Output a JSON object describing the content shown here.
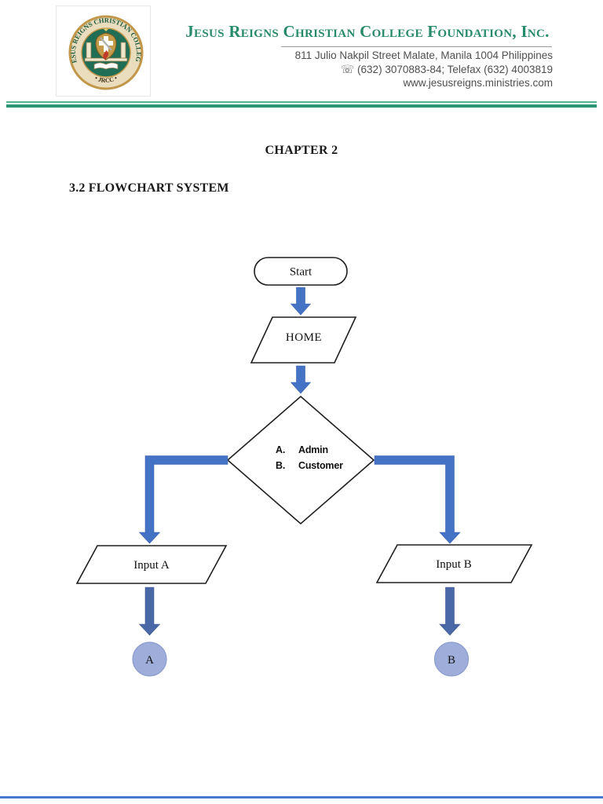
{
  "header": {
    "logo": {
      "ring_text": "JESUS REIGNS CHRISTIAN COLLEGE",
      "ring_text_bottom": "• JRCC •",
      "ring_gold": "#c2974a",
      "band_cream": "#e9ddbd",
      "disc_green": "#1f6e55",
      "crest_gold": "#c49a48",
      "flame_red": "#c0392b"
    },
    "org_name": "Jesus Reigns Christian College Foundation, Inc.",
    "brand_green": "#278a68",
    "address_line": "811 Julio Nakpil Street Malate, Manila 1004 Philippines",
    "phone_icon": "☏",
    "phone_line": "(632) 3070883-84; Telefax (632) 4003819",
    "website": "www.jesusreigns.ministries.com"
  },
  "document": {
    "chapter_title": "CHAPTER 2",
    "section_title": "3.2 FLOWCHART SYSTEM"
  },
  "flowchart": {
    "nodes": {
      "start": {
        "type": "terminator",
        "label": "Start"
      },
      "home": {
        "type": "input-output",
        "label": "HOME"
      },
      "decision": {
        "type": "decision",
        "options": [
          {
            "key": "A.",
            "label": "Admin"
          },
          {
            "key": "B.",
            "label": "Customer"
          }
        ]
      },
      "input_a": {
        "type": "input-output",
        "label": "Input A"
      },
      "input_b": {
        "type": "input-output",
        "label": "Input B"
      },
      "connector_a": {
        "type": "off-page-connector",
        "label": "A"
      },
      "connector_b": {
        "type": "off-page-connector",
        "label": "B"
      }
    },
    "edges": [
      "start -> home",
      "home -> decision",
      "decision -> input_a",
      "decision -> input_b",
      "input_a -> connector_a",
      "input_b -> connector_b"
    ],
    "colors": {
      "arrow_blue": "#4472C4",
      "arrow_blue_muted": "#4a67a8",
      "connector_fill": "#9fadda",
      "connector_stroke": "#8b9cd0"
    }
  }
}
